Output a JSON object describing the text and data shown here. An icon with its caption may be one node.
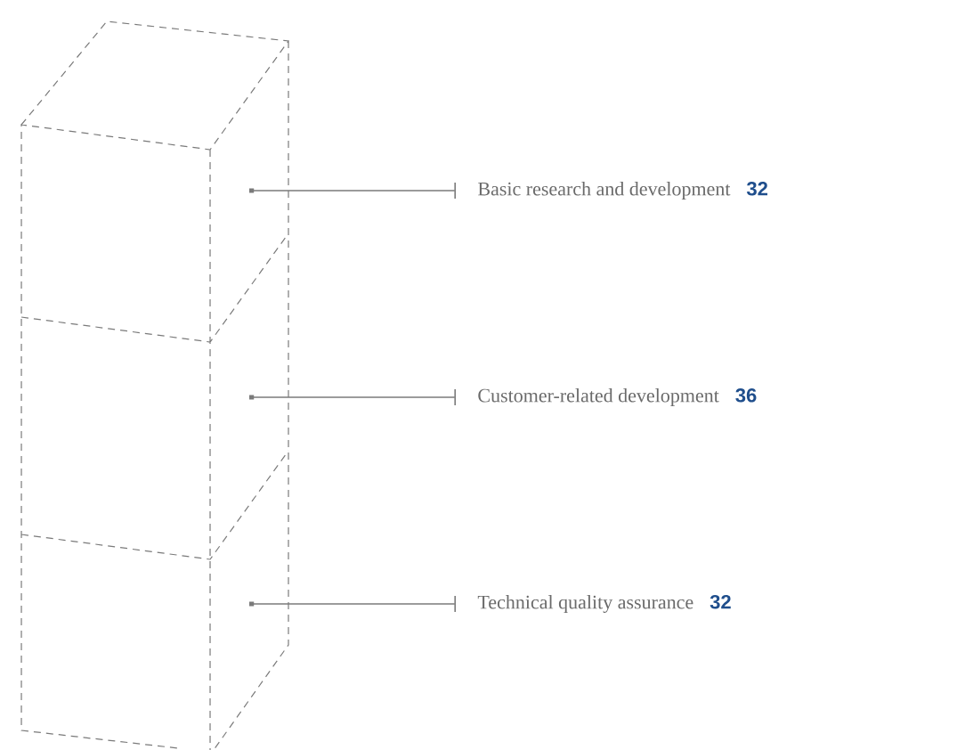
{
  "diagram": {
    "nodes": [
      {
        "text": [
          "Basic research and development",
          "32"
        ]
      },
      {
        "text": [
          "Customer-related development",
          "36"
        ]
      },
      {
        "text": [
          "Technical quality assurance",
          "32"
        ]
      }
    ],
    "edges": [
      {
        "from": 0,
        "to": null,
        "arrow": "other"
      },
      {
        "from": 1,
        "to": null,
        "arrow": "other"
      },
      {
        "from": 2,
        "to": null,
        "arrow": "other"
      }
    ]
  }
}
